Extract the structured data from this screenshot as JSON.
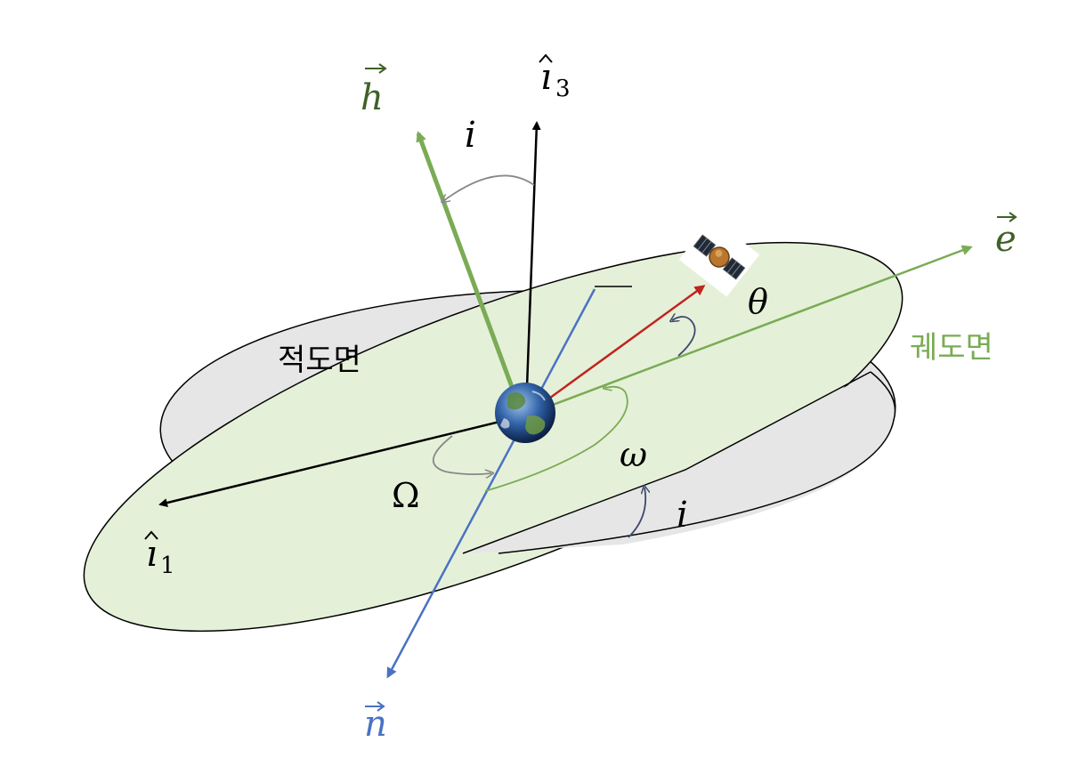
{
  "labels": {
    "h_vec": "h",
    "i3": "ı",
    "i3_sub": "3",
    "i1": "ı",
    "i1_sub": "1",
    "e_vec": "e",
    "n_vec": "n",
    "incl_top": "i",
    "incl_bottom": "i",
    "theta": "θ",
    "omega_small": "ω",
    "raan": "Ω",
    "equatorial_plane": "적도면",
    "orbital_plane": "궤도면"
  },
  "colors": {
    "green": "#7aab55",
    "dark_green": "#3f6128",
    "blue": "#4a72c4",
    "red": "#c0241f",
    "black": "#000000",
    "gray_arc": "#888888",
    "navy_arc": "#3c4a6e",
    "equatorial_fill": "#e6e6e6",
    "orbital_fill": "#e5f0d8"
  },
  "icons": {
    "earth": "earth-icon",
    "satellite": "satellite-icon"
  }
}
